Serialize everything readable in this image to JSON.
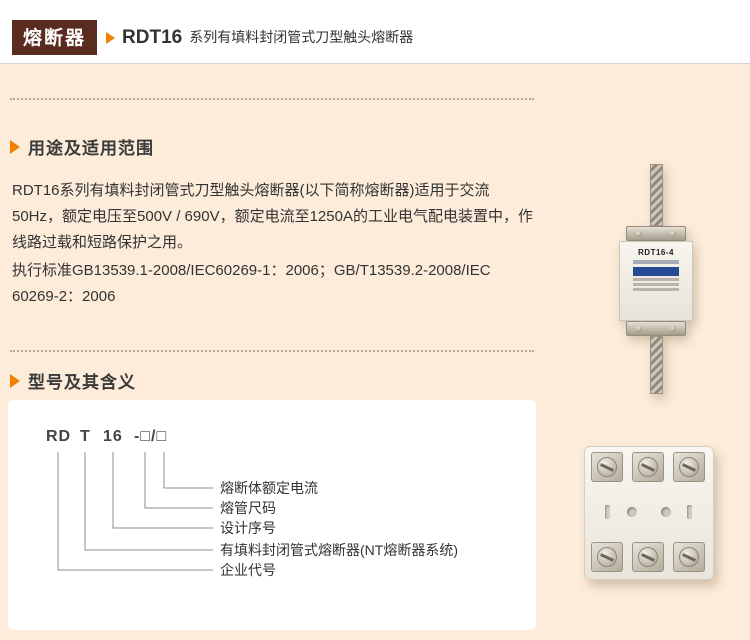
{
  "colors": {
    "accent_orange": "#ef8200",
    "header_brown": "#5a2c20",
    "page_background": "#fcecd9"
  },
  "header": {
    "category": "熔断器",
    "model": "RDT16",
    "subtitle": "系列有填料封闭管式刀型触头熔断器"
  },
  "section_usage": {
    "heading": "用途及适用范围",
    "para1": "RDT16系列有填料封闭管式刀型触头熔断器(以下简称熔断器)适用于交流50Hz，额定电压至500V / 690V，额定电流至1250A的工业电气配电装置中，作线路过载和短路保护之用。",
    "para2": "执行标准GB13539.1-2008/IEC60269-1：2006；GB/T13539.2-2008/IEC 60269-2：2006"
  },
  "section_model": {
    "heading": "型号及其含义",
    "parts": [
      "RD",
      "T",
      "16",
      "-□/□"
    ],
    "labels": [
      "熔断体额定电流",
      "熔管尺码",
      "设计序号",
      "有填料封闭管式熔断器(NT熔断器系统)",
      "企业代号"
    ]
  },
  "product_images": {
    "fuse_label": "RDT16-4"
  }
}
